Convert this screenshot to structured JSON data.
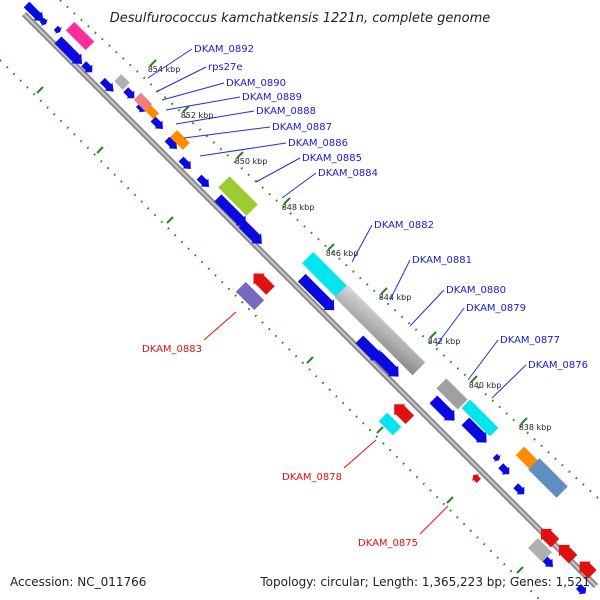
{
  "title": "Desulfurococcus kamchatkensis 1221n, complete genome",
  "footer": {
    "accession": "Accession: NC_011766",
    "summary": "Topology: circular; Length: 1,365,223 bp; Genes: 1,521"
  },
  "colors": {
    "backbone": "#8a8a8a",
    "tick": "#1b8a1b",
    "forward_gene": "#0a0ae0",
    "reverse_gene": "#e01010"
  },
  "ticks": [
    "854 kbp",
    "852 kbp",
    "850 kbp",
    "848 kbp",
    "846 kbp",
    "844 kbp",
    "842 kbp",
    "840 kbp",
    "838 kbp"
  ],
  "labels_upper": [
    "DKAM_0892",
    "rps27e",
    "DKAM_0890",
    "DKAM_0889",
    "DKAM_0888",
    "DKAM_0887",
    "DKAM_0886",
    "DKAM_0885",
    "DKAM_0884",
    "DKAM_0882",
    "DKAM_0881",
    "DKAM_0880",
    "DKAM_0879",
    "DKAM_0877",
    "DKAM_0876"
  ],
  "labels_lower": [
    "DKAM_0883",
    "DKAM_0878",
    "DKAM_0875"
  ],
  "highlight_colors": [
    "#ff2f9a",
    "#b0b0b0",
    "#f08080",
    "#ff8c00",
    "#9acd32",
    "#00e5ee",
    "#a0a0a0",
    "#7a68c0",
    "#5f8fc0"
  ]
}
